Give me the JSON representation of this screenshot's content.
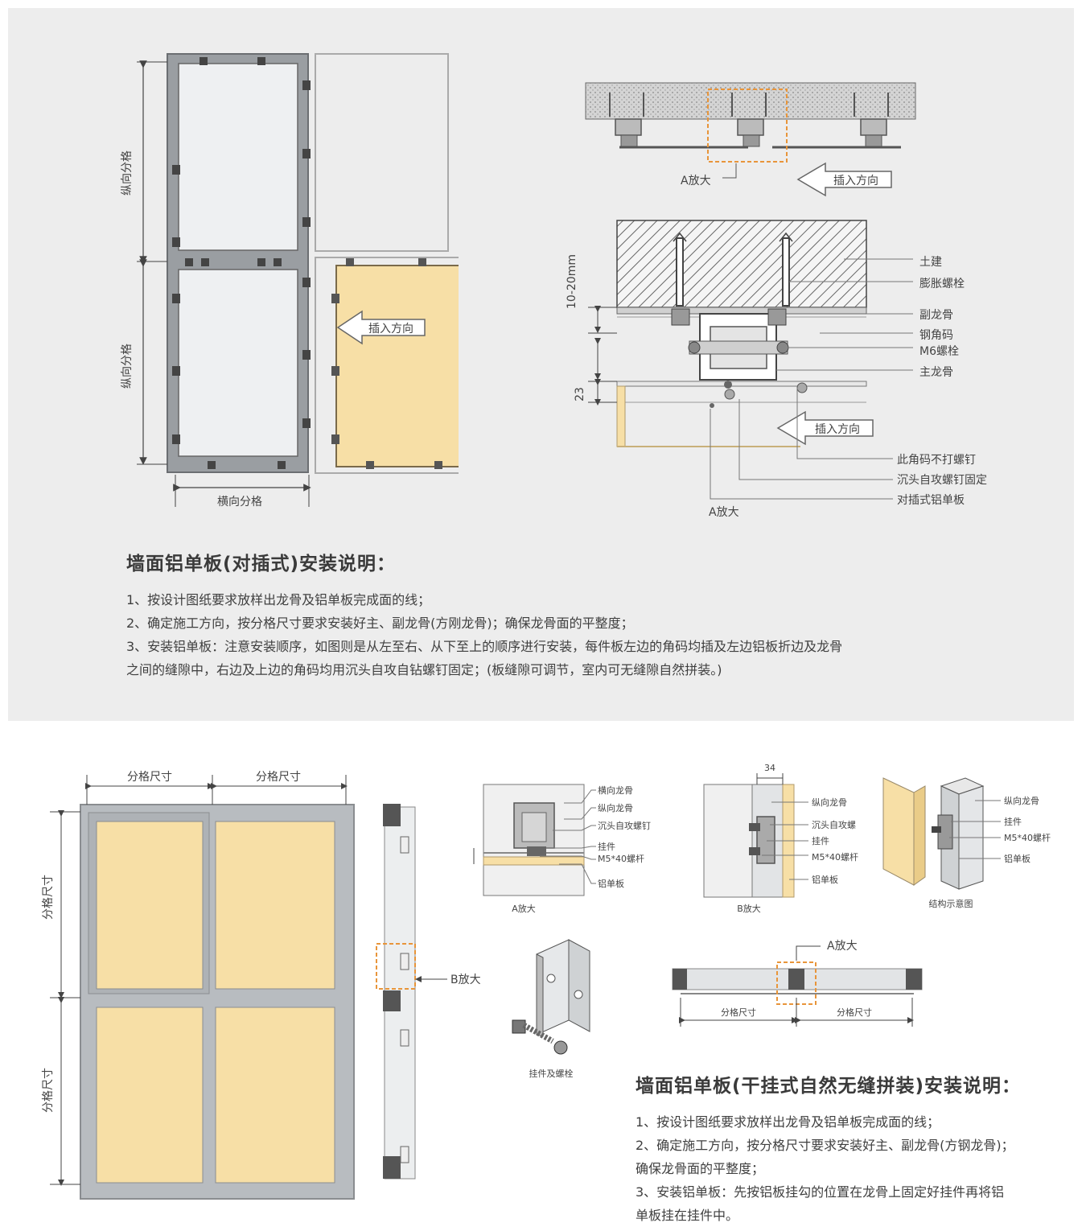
{
  "top": {
    "left_diagram": {
      "vertical_grid_1": "纵向分格",
      "vertical_grid_2": "纵向分格",
      "horizontal_grid": "横向分格",
      "insert_direction": "插入方向"
    },
    "plan_view": {
      "zoom_label": "A放大",
      "insert_direction": "插入方向"
    },
    "detail_view": {
      "dim_top": "10-20mm",
      "dim_bottom": "23",
      "insert_direction": "插入方向",
      "zoom_label": "A放大",
      "callouts": [
        "土建",
        "膨胀螺栓",
        "副龙骨",
        "钢角码",
        "M6螺栓",
        "主龙骨",
        "此角码不打螺钉",
        "沉头自攻螺钉固定",
        "对插式铝单板"
      ]
    },
    "title": "墙面铝单板(对插式)安装说明：",
    "lines": [
      "1、按设计图纸要求放样出龙骨及铝单板完成面的线；",
      "2、确定施工方向，按分格尺寸要求安装好主、副龙骨(方刚龙骨)；确保龙骨面的平整度；",
      "3、安装铝单板：注意安装顺序，如图则是从左至右、从下至上的顺序进行安装，每件板左边的角码均插及左边铝板折边及龙骨",
      "之间的缝隙中，右边及上边的角码均用沉头自攻自钻螺钉固定；(板缝隙可调节，室内可无缝隙自然拼装。)"
    ]
  },
  "bottom": {
    "grid_elevation": {
      "dim_top_1": "分格尺寸",
      "dim_top_2": "分格尺寸",
      "dim_left_1": "分格尺寸",
      "dim_left_2": "分格尺寸"
    },
    "section": {
      "zoom_label": "B放大"
    },
    "detail_a": {
      "caption": "A放大",
      "callouts": [
        "横向龙骨",
        "纵向龙骨",
        "沉头自攻螺钉",
        "挂件",
        "M5*40螺杆",
        "铝单板"
      ]
    },
    "detail_b": {
      "caption": "B放大",
      "dim": "34",
      "callouts": [
        "纵向龙骨",
        "沉头自攻螺",
        "挂件",
        "M5*40螺杆",
        "铝单板"
      ]
    },
    "structure": {
      "caption": "结构示意图",
      "callouts": [
        "纵向龙骨",
        "挂件",
        "M5*40螺杆",
        "铝单板"
      ]
    },
    "hardware_caption": "挂件及螺栓",
    "plan": {
      "zoom_label": "A放大",
      "dim_1": "分格尺寸",
      "dim_2": "分格尺寸"
    },
    "title": "墙面铝单板(干挂式自然无缝拼装)安装说明：",
    "lines": [
      "1、按设计图纸要求放样出龙骨及铝单板完成面的线；",
      "2、确定施工方向，按分格尺寸要求安装好主、副龙骨(方钢龙骨)；",
      "确保龙骨面的平整度；",
      "3、安装铝单板：先按铝板挂勾的位置在龙骨上固定好挂件再将铝",
      "单板挂在挂件中。"
    ]
  },
  "colors": {
    "panel_bg": "#ededed",
    "panel_yellow": "#f7dfa6",
    "glass": "#eef0f2",
    "frame": "#8a8d90",
    "zoom_box": "#e8953a"
  }
}
